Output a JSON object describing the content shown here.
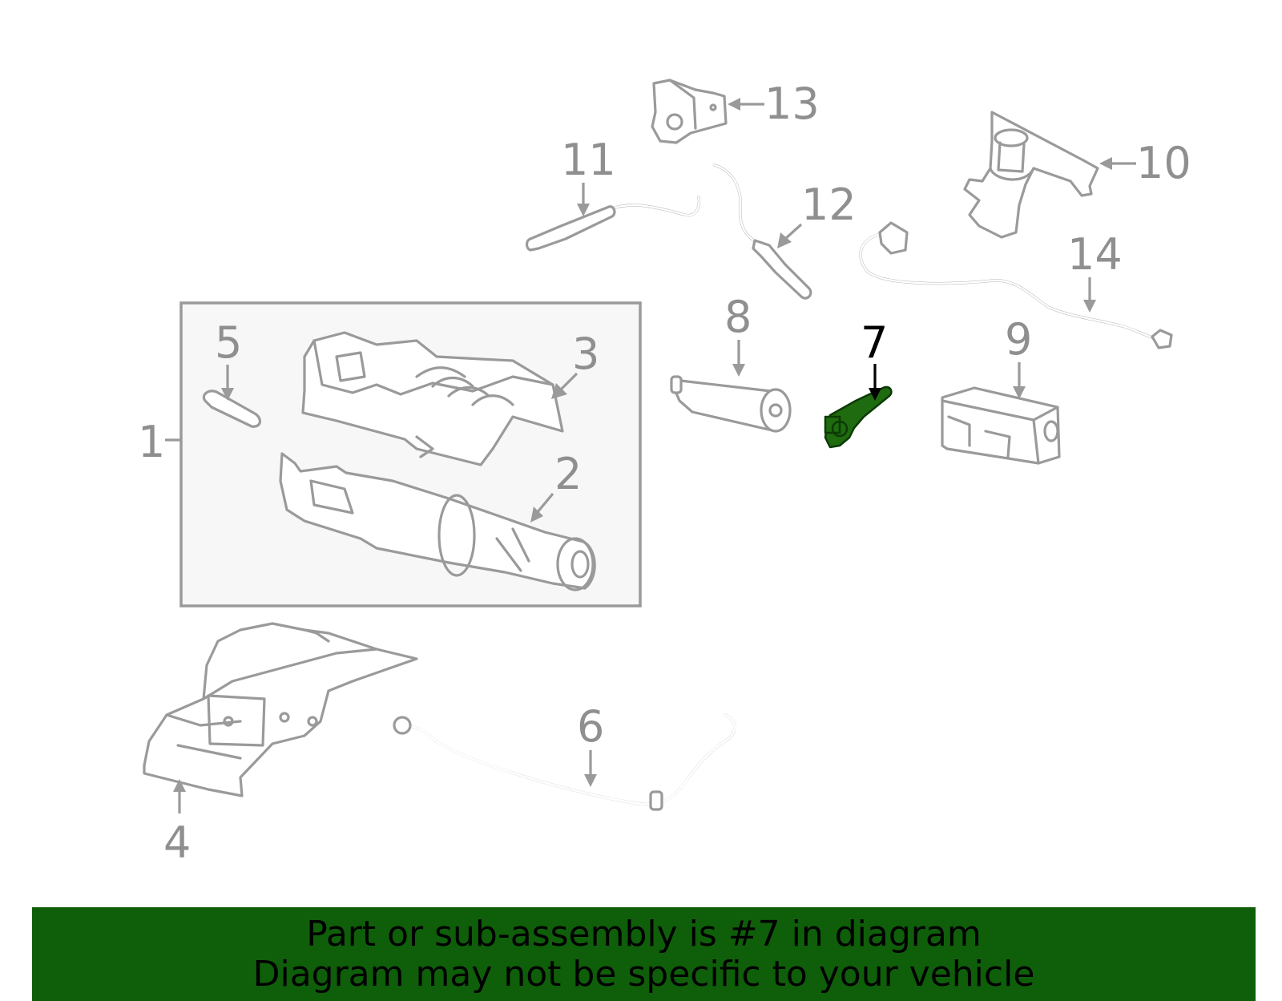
{
  "callouts": {
    "c1": "1",
    "c2": "2",
    "c3": "3",
    "c4": "4",
    "c5": "5",
    "c6": "6",
    "c7": "7",
    "c8": "8",
    "c9": "9",
    "c10": "10",
    "c11": "11",
    "c12": "12",
    "c13": "13",
    "c14": "14"
  },
  "highlight": {
    "part": "7",
    "color": "#1f6b10"
  },
  "banner": {
    "line1": "Part or sub-assembly is #7 in diagram",
    "line2": "Diagram may not be specific to your vehicle",
    "color": "#0f5e0a"
  }
}
